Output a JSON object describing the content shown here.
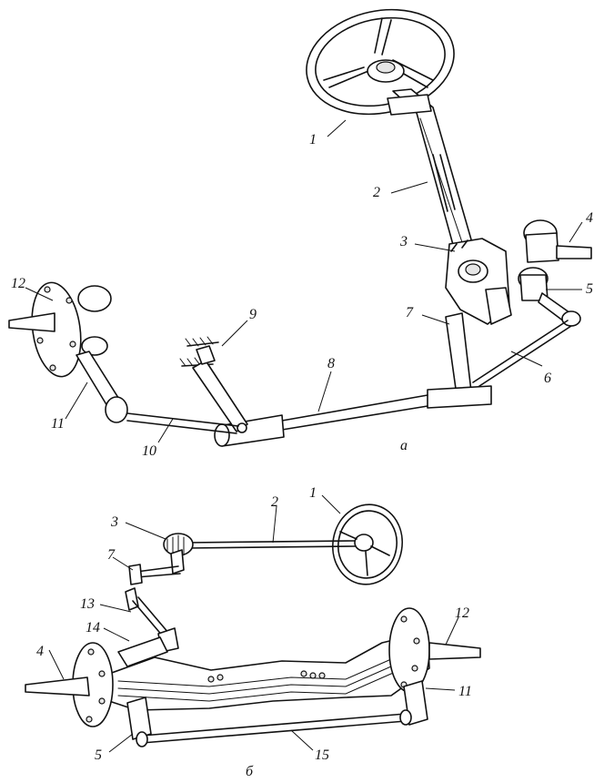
{
  "diagrams": [
    {
      "id": "a",
      "caption": "а",
      "labels": [
        {
          "id": "1",
          "text": "1"
        },
        {
          "id": "2",
          "text": "2"
        },
        {
          "id": "3",
          "text": "3"
        },
        {
          "id": "4",
          "text": "4"
        },
        {
          "id": "5",
          "text": "5"
        },
        {
          "id": "6",
          "text": "6"
        },
        {
          "id": "7",
          "text": "7"
        },
        {
          "id": "8",
          "text": "8"
        },
        {
          "id": "9",
          "text": "9"
        },
        {
          "id": "10",
          "text": "10"
        },
        {
          "id": "11",
          "text": "11"
        },
        {
          "id": "12",
          "text": "12"
        }
      ]
    },
    {
      "id": "b",
      "caption": "б",
      "labels": [
        {
          "id": "1",
          "text": "1"
        },
        {
          "id": "2",
          "text": "2"
        },
        {
          "id": "3",
          "text": "3"
        },
        {
          "id": "4",
          "text": "4"
        },
        {
          "id": "5",
          "text": "5"
        },
        {
          "id": "7",
          "text": "7"
        },
        {
          "id": "11",
          "text": "11"
        },
        {
          "id": "12",
          "text": "12"
        },
        {
          "id": "13",
          "text": "13"
        },
        {
          "id": "14",
          "text": "14"
        },
        {
          "id": "15",
          "text": "15"
        }
      ]
    }
  ]
}
